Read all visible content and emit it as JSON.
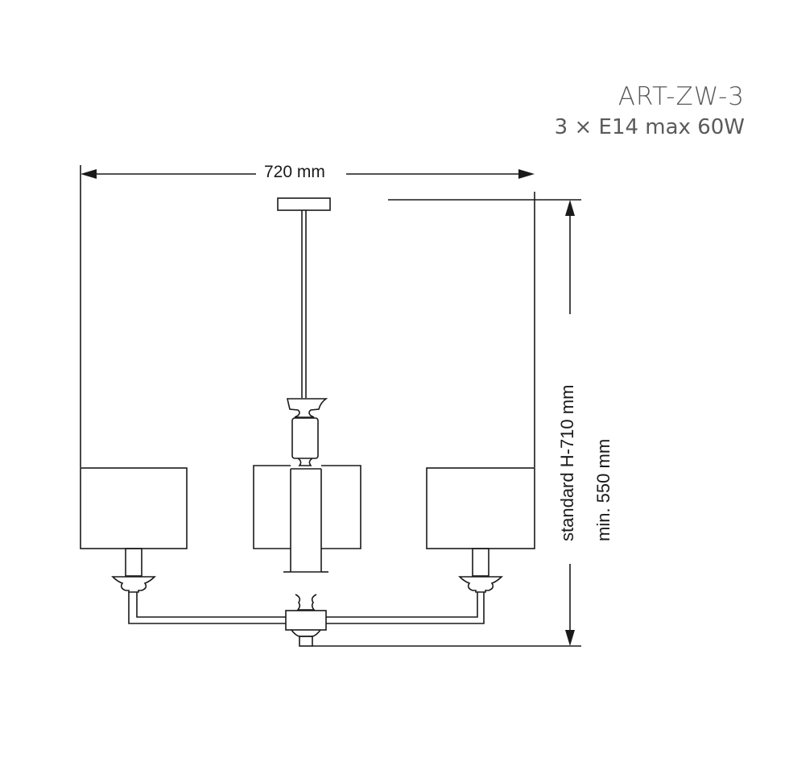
{
  "title": {
    "model": "ART-ZW-3",
    "spec": "3 × E14 max 60W"
  },
  "dimensions": {
    "width": "720 mm",
    "height_standard": "standard H-710 mm",
    "height_min": "min. 550 mm"
  },
  "drawing": {
    "type": "technical line drawing",
    "subject": "3-arm chandelier with drum shades",
    "stroke_color": "#1a1a1a",
    "text_color": "#5a5a5a"
  }
}
